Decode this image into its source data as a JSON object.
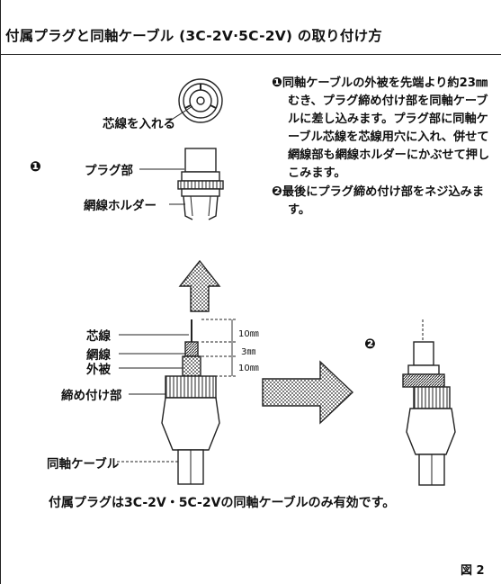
{
  "title": "付属プラグと同軸ケーブル (3C-2V·5C-2V) の取り付け方",
  "instructions": {
    "step1_marker": "❶",
    "step1_text": "同軸ケーブルの外被を先端より約23㎜むき、プラグ締め付け部を同軸ケーブルに差し込みます。プラグ部に同軸ケーブル芯線を芯線用穴に入れ、併せて網線部も網線ホルダーにかぶせて押しこみます。",
    "step2_marker": "❷",
    "step2_text": "最後にプラグ締め付け部をネジ込みます。"
  },
  "top_diagram": {
    "marker": "❶",
    "label_core_insert": "芯線を入れる",
    "label_plug": "プラグ部",
    "label_braid_holder": "網線ホルダー"
  },
  "cable_diagram": {
    "label_core": "芯線",
    "label_braid": "網線",
    "label_jacket": "外被",
    "label_clamp": "締め付け部",
    "label_cable": "同軸ケーブル",
    "dim_1": "10㎜",
    "dim_2": "3㎜",
    "dim_3": "10㎜"
  },
  "assembled_marker": "❷",
  "note": "付属プラグは3C-2V・5C-2Vの同軸ケーブルのみ有効です。",
  "figure_label": "図 2"
}
